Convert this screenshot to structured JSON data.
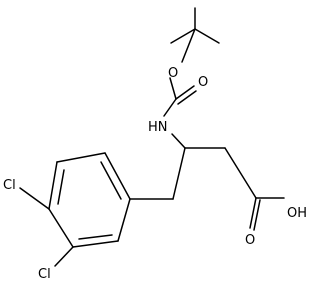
{
  "molecule": {
    "atoms": {
      "ether_o": "O",
      "carbonyl_o1": "O",
      "nh": "HN",
      "cl_para": "Cl",
      "cl_meta": "Cl",
      "oh": "OH",
      "carbonyl_o2": "O"
    }
  }
}
